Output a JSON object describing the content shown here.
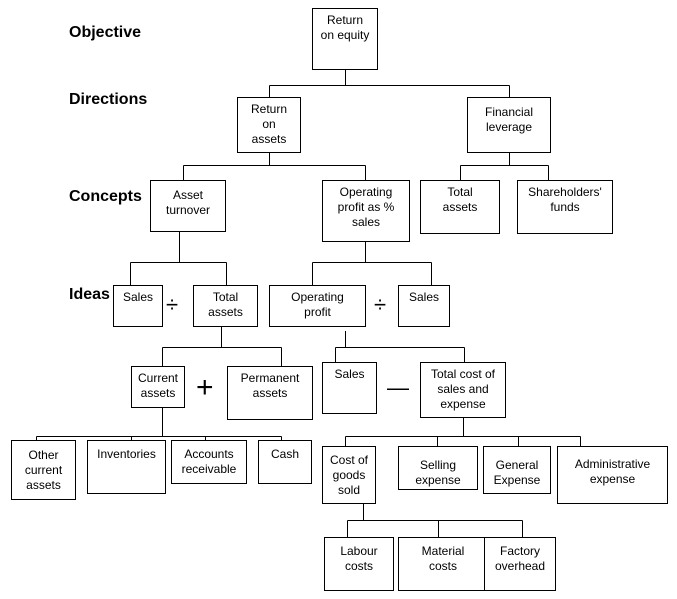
{
  "levels": {
    "objective": "Objective",
    "directions": "Directions",
    "concepts": "Concepts",
    "ideas": "Ideas"
  },
  "nodes": {
    "roe": "Return\non equity",
    "roa": "Return\non\nassets",
    "financial_leverage": "Financial\nleverage",
    "asset_turnover": "Asset\nturnover",
    "op_profit_pct": "Operating\nprofit as %\nsales",
    "total_assets_concept": "Total\nassets",
    "shareholders_funds": "Shareholders'\nfunds",
    "sales_1": "Sales",
    "total_assets_idea": "Total\nassets",
    "operating_profit": "Operating\nprofit",
    "sales_2": "Sales",
    "current_assets": "Current\nassets",
    "permanent_assets": "Permanent\nassets",
    "sales_3": "Sales",
    "total_cost": "Total cost of\nsales and\nexpense",
    "other_current_assets": "Other\ncurrent\nassets",
    "inventories": "Inventories",
    "accounts_receivable": "Accounts\nreceivable",
    "cash": "Cash",
    "cogs": "Cost of\ngoods\nsold",
    "selling_expense": "Selling\nexpense",
    "general_expense": "General\nExpense",
    "administrative_expense": "Administrative\nexpense",
    "labour_costs": "Labour\ncosts",
    "material_costs": "Material\ncosts",
    "factory_overhead": "Factory\noverhead"
  },
  "operators": {
    "divide": "÷",
    "plus": "+",
    "minus": "—"
  }
}
